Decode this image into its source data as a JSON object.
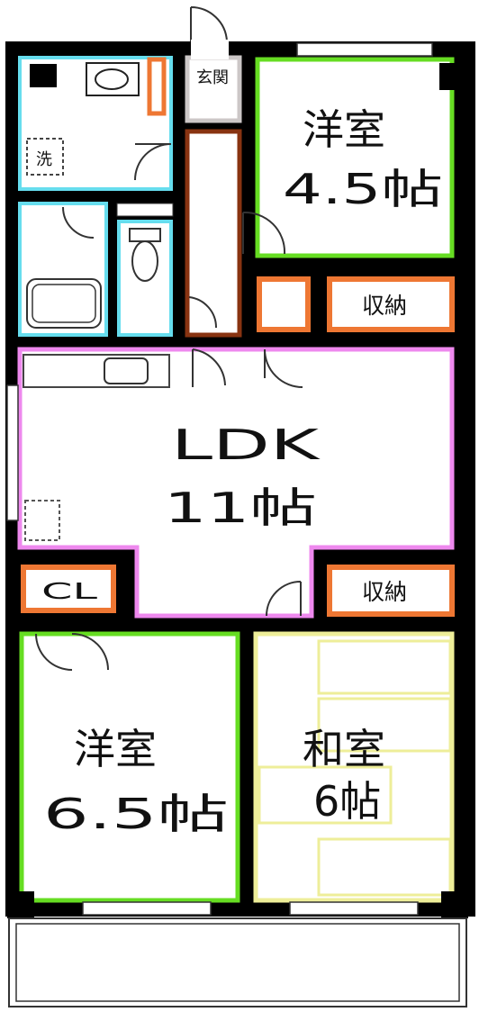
{
  "colors": {
    "wall": "#000000",
    "western_room": "#66dd22",
    "ldk": "#ee88ee",
    "wet_area": "#66ddee",
    "closet": "#ee7733",
    "japanese_room": "#eeee99",
    "entrance": "#ccc7c7",
    "corridor": "#883311",
    "balcony": "#ffffff"
  },
  "rooms": {
    "western_a": {
      "name": "洋室",
      "size": "4.5帖"
    },
    "western_b": {
      "name": "洋室",
      "size": "6.5帖"
    },
    "japanese": {
      "name": "和室",
      "size": "6帖"
    },
    "ldk": {
      "name": "LDK",
      "size": "11帖"
    },
    "entrance": {
      "name": "玄関"
    },
    "washroom": {
      "name": "洗"
    },
    "closet_cl": {
      "name": "CL"
    },
    "storage_upper": {
      "name": "収納"
    },
    "storage_lower": {
      "name": "収納"
    }
  }
}
